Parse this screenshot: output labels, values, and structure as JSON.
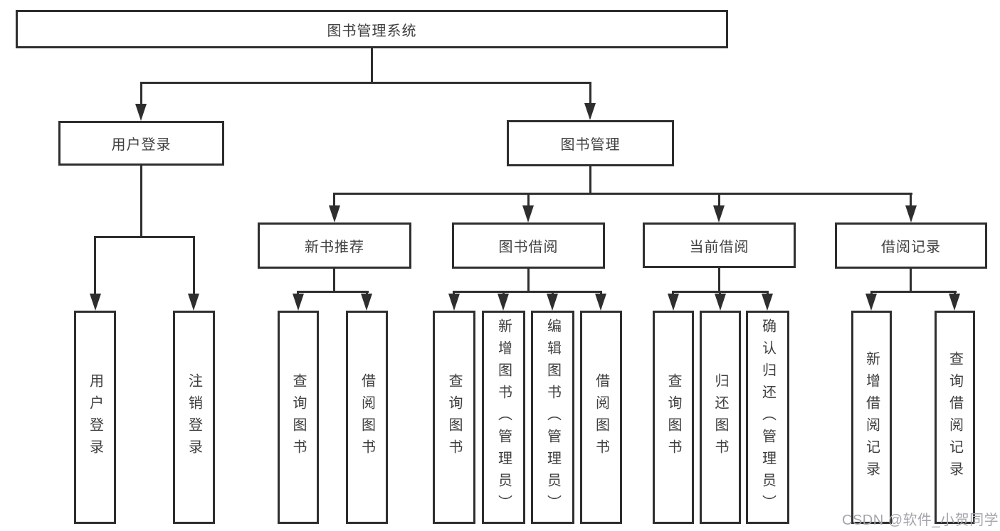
{
  "tree": {
    "label": "图书管理系统",
    "children": [
      {
        "label": "用户登录",
        "children": [
          {
            "label": "用户登录"
          },
          {
            "label": "注销登录"
          }
        ]
      },
      {
        "label": "图书管理",
        "children": [
          {
            "label": "新书推荐",
            "children": [
              {
                "label": "查询图书"
              },
              {
                "label": "借阅图书"
              }
            ]
          },
          {
            "label": "图书借阅",
            "children": [
              {
                "label": "查询图书"
              },
              {
                "label": "新增图书（管理员）"
              },
              {
                "label": "编辑图书（管理员）"
              },
              {
                "label": "借阅图书"
              }
            ]
          },
          {
            "label": "当前借阅",
            "children": [
              {
                "label": "查询图书"
              },
              {
                "label": "归还图书"
              },
              {
                "label": "确认归还（管理员）"
              }
            ]
          },
          {
            "label": "借阅记录",
            "children": [
              {
                "label": "新增借阅记录"
              },
              {
                "label": "查询借阅记录"
              }
            ]
          }
        ]
      }
    ]
  },
  "watermark": "CSDN @软件_小贺同学",
  "colors": {
    "line": "#2e2e2e",
    "text": "#404040",
    "background": "#ffffff",
    "watermark": "#a5a5ad"
  }
}
